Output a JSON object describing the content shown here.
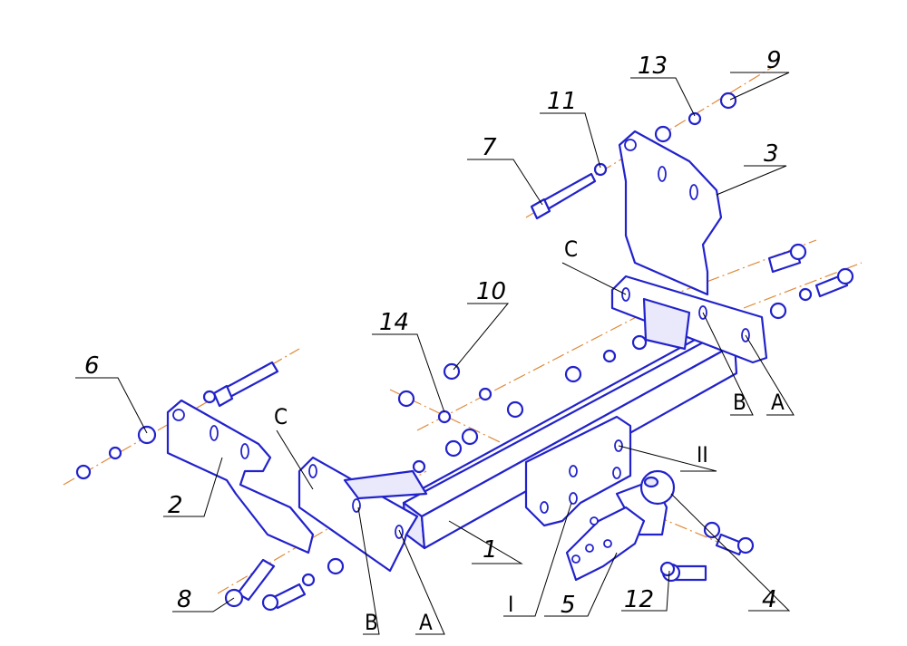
{
  "callouts": {
    "n1": "1",
    "n2": "2",
    "n3": "3",
    "n4": "4",
    "n5": "5",
    "n6": "6",
    "n7": "7",
    "n8": "8",
    "n9": "9",
    "n10": "10",
    "n11": "11",
    "n12": "12",
    "n13": "13",
    "n14": "14"
  },
  "markers": {
    "A_left": "A",
    "A_right": "A",
    "B_left": "B",
    "B_right": "B",
    "C_left": "C",
    "C_right": "C",
    "I": "I",
    "II": "II"
  },
  "colors": {
    "part_stroke": "#2222cc",
    "axis": "#e08a3a",
    "leader": "#000000"
  }
}
